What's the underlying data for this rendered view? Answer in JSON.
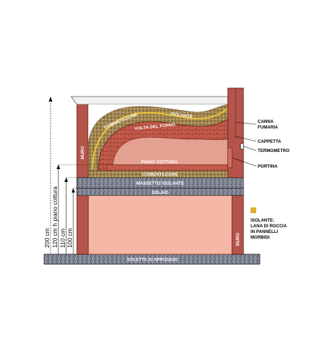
{
  "labels": {
    "coibentazione_top": "COIBENTAZIONE",
    "isolante_top": "ISOLANTE",
    "volta_del_forno": "VOLTA DEL FORNO",
    "piano_cottura": "PIANO COTTURA",
    "coibentazione_bottom": "COIBENTAZIONE",
    "massetto_isolante": "MASSETTO ISOLANTE",
    "solaio": "SOLAIO",
    "muro_left": "MURO",
    "muro_right": "MURO",
    "soletta_di_appoggio": "SOLETTA DI APPOGGIO"
  },
  "callouts": {
    "canna_fumaria_line1": "CANNA",
    "canna_fumaria_line2": "FUMARIA",
    "cappetta": "CAPPETTA",
    "termometro": "TERMOMETRO",
    "portina": "PORTINA"
  },
  "legend": {
    "title": "ISOLANTE:",
    "line1": "LANA DI ROCCIA",
    "line2": "IN PANNELLI",
    "line3": "MORBIDI",
    "color": "#d9b032"
  },
  "dimensions": {
    "d200": "200 cm",
    "d120": "120 cm h piano cottura",
    "d110": "110 cm",
    "d100": "100 cm"
  },
  "colors": {
    "brick": "#8f3a2e",
    "wall_fill": "#b5544a",
    "dome_brick": "#c45a4a",
    "chamber": "#e4a091",
    "base_fill": "#f5b6a5",
    "insulation": "#a58a55",
    "gravel": "#6e7480",
    "roof": "#f2f2f2"
  }
}
